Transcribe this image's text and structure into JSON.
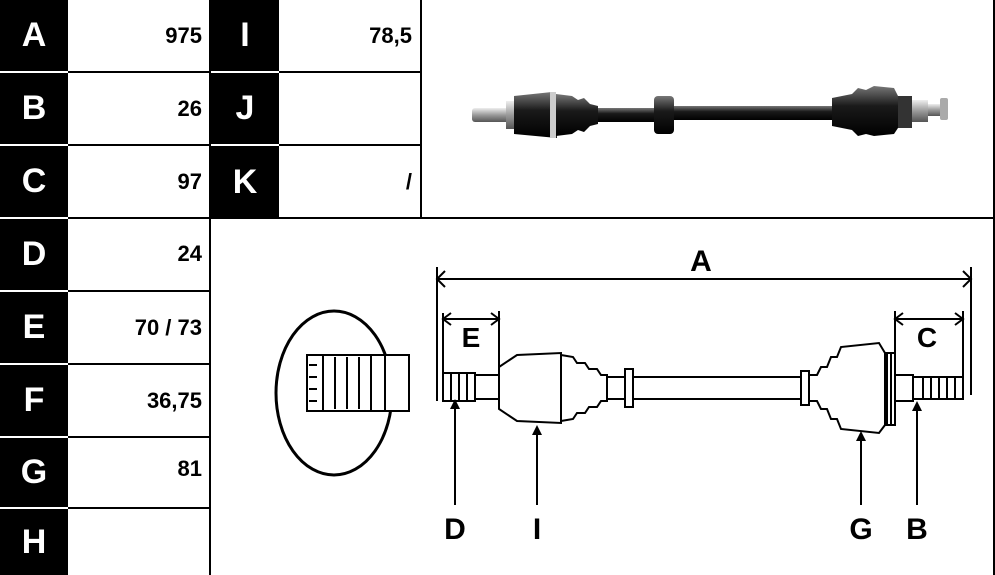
{
  "left_table": [
    {
      "letter": "A",
      "value": "975"
    },
    {
      "letter": "B",
      "value": "26"
    },
    {
      "letter": "C",
      "value": "97"
    },
    {
      "letter": "D",
      "value": "24"
    },
    {
      "letter": "E",
      "value": "70 / 73"
    },
    {
      "letter": "F",
      "value": "36,75"
    },
    {
      "letter": "G",
      "value": "81"
    },
    {
      "letter": "H",
      "value": ""
    }
  ],
  "right_table": [
    {
      "letter": "I",
      "value": "78,5"
    },
    {
      "letter": "J",
      "value": ""
    },
    {
      "letter": "K",
      "value": "/"
    }
  ],
  "diagram_labels": {
    "A": "A",
    "E": "E",
    "C": "C",
    "D": "D",
    "I": "I",
    "G": "G",
    "B": "B"
  },
  "colors": {
    "ink": "#000000",
    "paper": "#ffffff",
    "shaft": "#1a1a1a",
    "shaft_hi": "#6a6a6a"
  }
}
